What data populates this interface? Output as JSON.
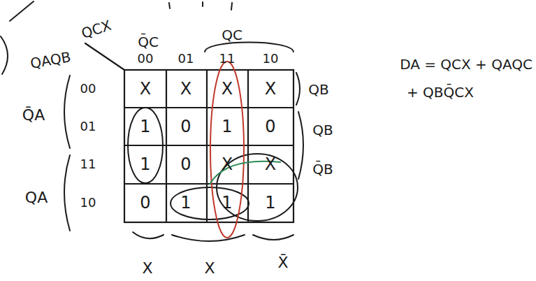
{
  "diagram": {
    "labels": [
      "QCX",
      "QAQB",
      "Q̄C",
      "QC",
      "00",
      "01",
      "11",
      "10",
      "Q̄A",
      "QA",
      "00",
      "01",
      "11",
      "10",
      "X",
      "X",
      "X",
      "X",
      "1",
      "0",
      "1",
      "0",
      "1",
      "0",
      "X",
      "X",
      "0",
      "1",
      "1",
      "1",
      "QB",
      "QB",
      "Q̄B",
      "X",
      "X",
      "X̄",
      "DA = QCX + QAQC",
      "+ QBQ̄CX"
    ]
  }
}
